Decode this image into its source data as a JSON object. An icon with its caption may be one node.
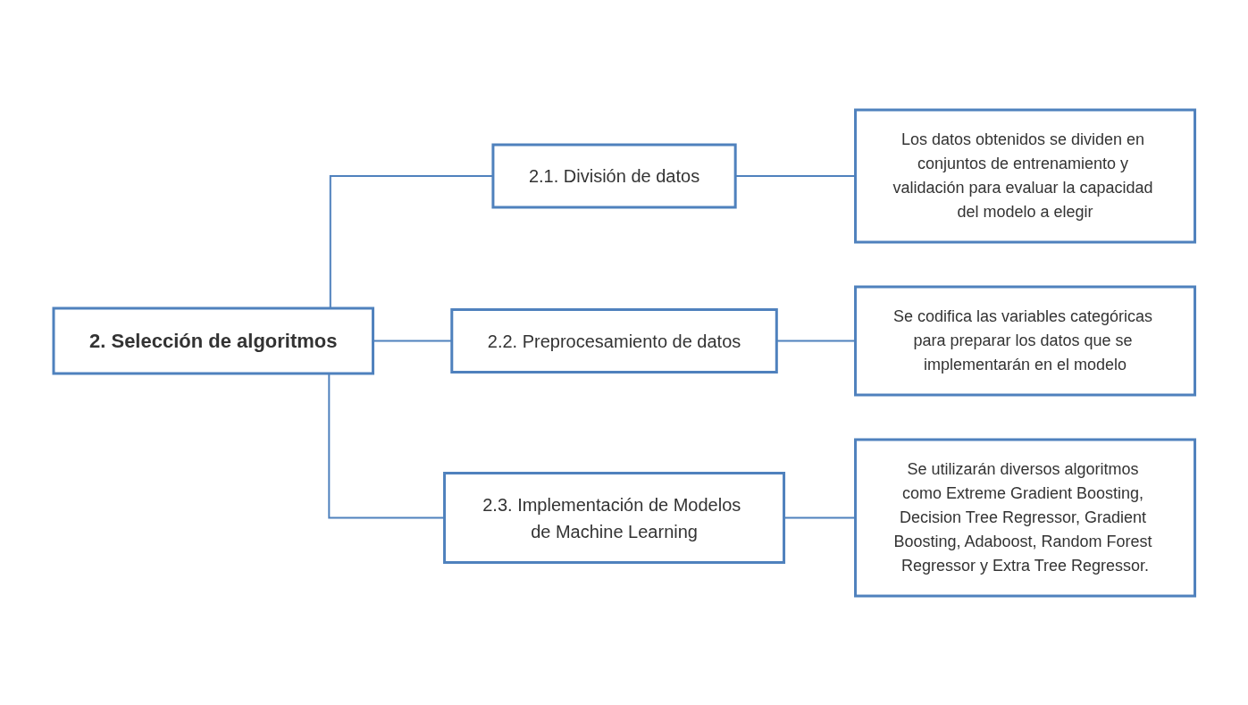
{
  "diagram": {
    "nodes": [
      {
        "text": [
          "2. Selección de algoritmos"
        ]
      },
      {
        "text": [
          "2.1. División de datos"
        ]
      },
      {
        "text": [
          "2.2. Preprocesamiento de datos"
        ]
      },
      {
        "text": [
          "2.3. Implementación de Modelos de Machine Learning"
        ]
      },
      {
        "text": [
          "Los datos obtenidos se dividen en conjuntos de entrenamiento y validación para evaluar la capacidad del modelo a elegir"
        ]
      },
      {
        "text": [
          "Se codifica las variables categóricas para preparar los datos que se implementarán en el modelo"
        ]
      },
      {
        "text": [
          "Se utilizarán diversos algoritmos como Extreme Gradient Boosting, Decision Tree Regressor, Gradient Boosting, Adaboost, Random Forest Regressor y Extra Tree Regressor."
        ]
      }
    ],
    "edges": [
      {
        "from": 0,
        "to": 1,
        "arrow": "none"
      },
      {
        "from": 0,
        "to": 2,
        "arrow": "none"
      },
      {
        "from": 0,
        "to": 3,
        "arrow": "none"
      },
      {
        "from": 1,
        "to": 4,
        "arrow": "none"
      },
      {
        "from": 2,
        "to": 5,
        "arrow": "none"
      },
      {
        "from": 3,
        "to": 6,
        "arrow": "none"
      }
    ]
  }
}
